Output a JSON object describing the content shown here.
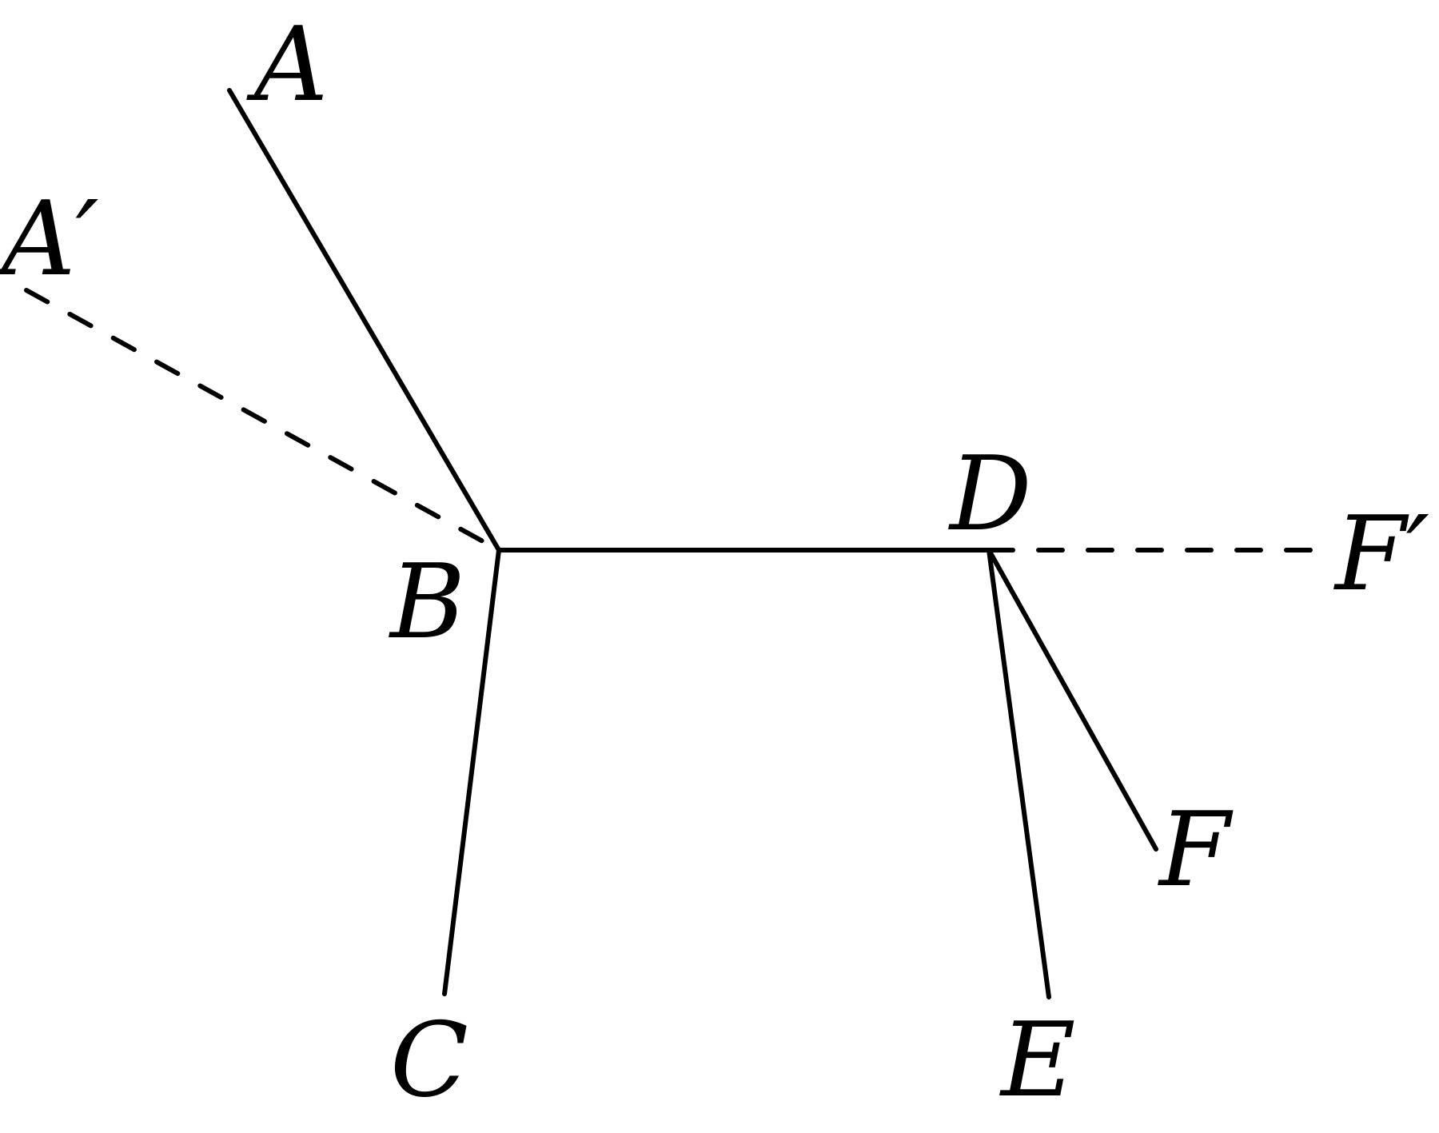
{
  "diagram": {
    "points": [
      {
        "id": "A",
        "label": "A"
      },
      {
        "id": "A_prime",
        "label": "A′"
      },
      {
        "id": "B",
        "label": "B"
      },
      {
        "id": "C",
        "label": "C"
      },
      {
        "id": "D",
        "label": "D"
      },
      {
        "id": "E",
        "label": "E"
      },
      {
        "id": "F",
        "label": "F"
      },
      {
        "id": "F_prime",
        "label": "F′"
      }
    ],
    "segments": [
      {
        "from": "A",
        "to": "B",
        "style": "solid"
      },
      {
        "from": "A′",
        "to": "B",
        "style": "dashed"
      },
      {
        "from": "B",
        "to": "C",
        "style": "solid"
      },
      {
        "from": "B",
        "to": "D",
        "style": "solid"
      },
      {
        "from": "D",
        "to": "E",
        "style": "solid"
      },
      {
        "from": "D",
        "to": "F",
        "style": "solid"
      },
      {
        "from": "D",
        "to": "F′",
        "style": "dashed"
      }
    ],
    "colors": {
      "stroke": "#000000",
      "background": "#ffffff"
    }
  }
}
